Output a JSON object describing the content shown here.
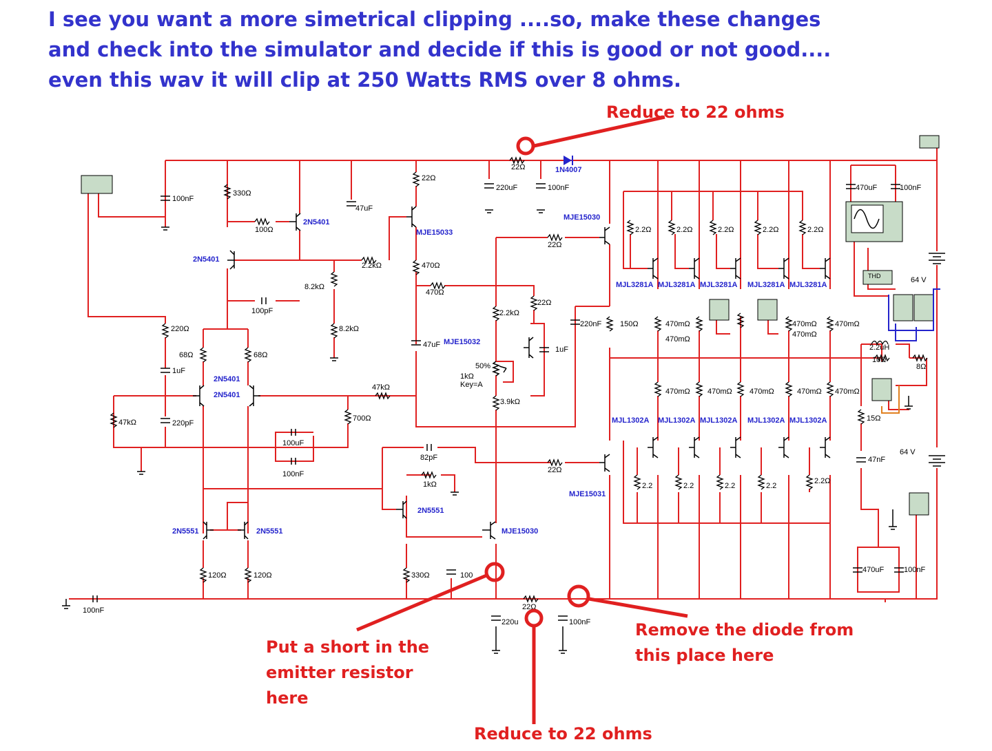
{
  "header": {
    "line1": "I see you want a more simetrical clipping ....so, make these changes",
    "line2": "and check into the simulator and decide if this is good or not good....",
    "line3": "even this wav it will clip at 250 Watts RMS over 8 ohms."
  },
  "annotations": {
    "reduce_top": "Reduce to 22 ohms",
    "remove_diode_1": "Remove the diode from",
    "remove_diode_2": "this place here",
    "short_1": "Put a short in the",
    "short_2": "emitter resistor",
    "short_3": "here",
    "reduce_bottom": "Reduce to 22 ohms"
  },
  "components": {
    "c100nf_a": "100nF",
    "r330": "330Ω",
    "q2n5401_a": "2N5401",
    "r100": "100Ω",
    "q2n5401_b": "2N5401",
    "c47uf_a": "47uF",
    "r22_a": "22Ω",
    "qmje15033": "MJE15033",
    "r22_top": "22Ω",
    "d1n4007": "1N4007",
    "c220uf_a": "220uF",
    "c100nf_b": "100nF",
    "qmje15030_a": "MJE15030",
    "r2k2_a": "2.2kΩ",
    "r470_a": "470Ω",
    "r470_b": "470Ω",
    "r8k2_a": "8.2kΩ",
    "c100pf": "100pF",
    "r22_b": "22Ω",
    "r2k2_b": "2.2kΩ",
    "r22_c": "22Ω",
    "c220nf": "220nF",
    "r150": "150Ω",
    "r220": "220Ω",
    "r68_a": "68Ω",
    "r68_b": "68Ω",
    "r8k2_b": "8.2kΩ",
    "c1uf_a": "1uF",
    "q2n5401_c": "2N5401",
    "q2n5401_d": "2N5401",
    "c47uf_b": "47uF",
    "qmje15032": "MJE15032",
    "c1uf_b": "1uF",
    "r47k_a": "47kΩ",
    "pot_pct": "50%",
    "pot_val": "1kΩ",
    "pot_key": "Key=A",
    "r3k9": "3.9kΩ",
    "r47k_b": "47kΩ",
    "c220pf": "220pF",
    "r700": "700Ω",
    "c100uf": "100uF",
    "c100nf_c": "100nF",
    "c82pf": "82pF",
    "r22_d": "22Ω",
    "r1k": "1kΩ",
    "q2n5551_a": "2N5551",
    "qmje15031": "MJE15031",
    "q2n5551_b": "2N5551",
    "q2n5551_c": "2N5551",
    "qmje15030_b": "MJE15030",
    "r120_a": "120Ω",
    "r120_b": "120Ω",
    "r330b": "330Ω",
    "c100_partial": "100",
    "c100nf_in": "100nF",
    "r22_bot": "22Ω",
    "c220u_bot": "220u",
    "c100nf_bot": "100nF",
    "mjl3281a": "MJL3281A",
    "mjl1302a": "MJL1302A",
    "r2_2": "2.2Ω",
    "r2_2s": "2.2",
    "r470m": "470mΩ",
    "c470uf_a": "470uF",
    "c100nf_d": "100nF",
    "v64_a": "64 V",
    "v64_b": "64 V",
    "l2_2uh": "2.2uH",
    "r10": "10Ω",
    "r8": "8Ω",
    "r15": "15Ω",
    "c47nf": "47nF",
    "c470uf_b": "470uF",
    "c100nf_e": "100nF",
    "thd": "THD"
  },
  "colors": {
    "wire": "#e02020",
    "header": "#3333cc",
    "label_blue": "#2424cc",
    "annotation": "#e02020",
    "instrument": "#c8dcc8"
  }
}
